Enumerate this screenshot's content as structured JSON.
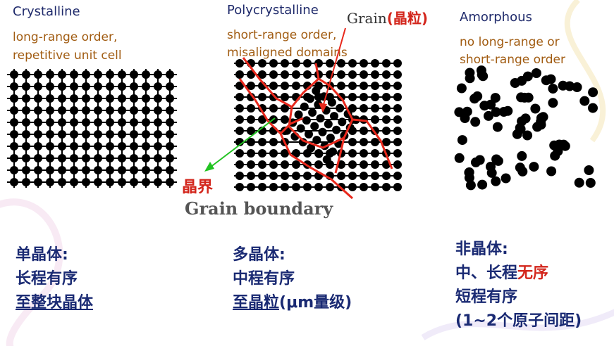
{
  "panels": {
    "crystalline": {
      "title": "Crystalline",
      "desc_line1": "long-range order,",
      "desc_line2": "repetitive unit cell"
    },
    "polycrystalline": {
      "title": "Polycrystalline",
      "desc_line1": "short-range order,",
      "desc_line2": "misaligned domains",
      "grain_label": "Grain",
      "grain_label_cn": "(晶粒)",
      "boundary_cn": "晶界",
      "boundary_en": "Grain boundary"
    },
    "amorphous": {
      "title": "Amorphous",
      "desc_line1": "no long-range or",
      "desc_line2": "short-range order"
    }
  },
  "notes": {
    "single": {
      "line1": "单晶体:",
      "line2": "长程有序",
      "line3": "至整块晶体"
    },
    "poly": {
      "line1": "多晶体:",
      "line2": "中程有序",
      "line3a": "至晶粒",
      "line3b": "(μm量级)"
    },
    "amorphous": {
      "line1": "非晶体:",
      "line2a": "中、长程",
      "line2b": "无序",
      "line3": "短程有序",
      "line4": "(1~2个原子间距)"
    }
  },
  "colors": {
    "title": "#1f2a6b",
    "desc": "#a15c12",
    "accent_red": "#d3261c",
    "arrow_green": "#22c322",
    "atom": "#000000"
  }
}
